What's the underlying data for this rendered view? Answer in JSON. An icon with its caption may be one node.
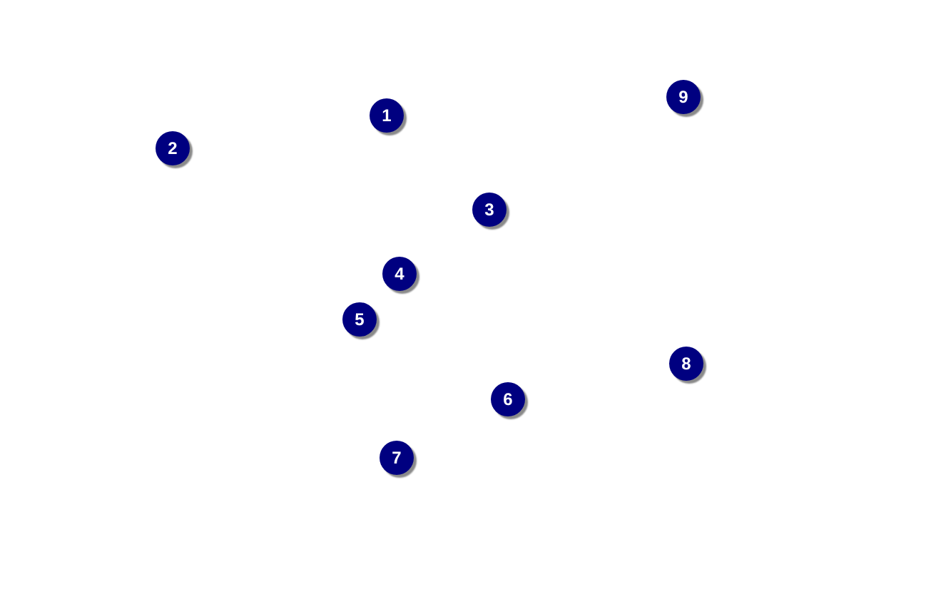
{
  "diagram": {
    "labels": [
      "9",
      "1",
      "2",
      "3",
      "4",
      "5",
      "8",
      "6",
      "7"
    ]
  }
}
